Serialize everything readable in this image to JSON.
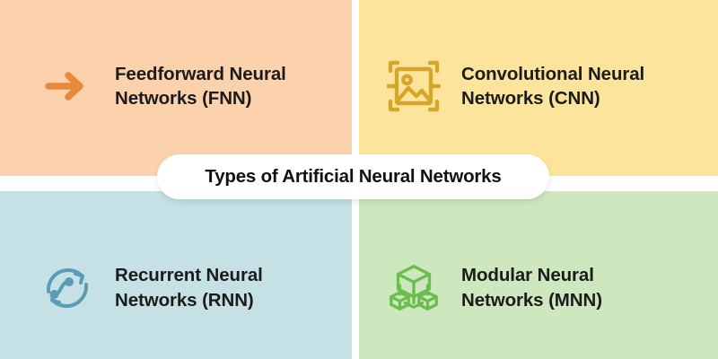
{
  "title": {
    "text": "Types of Artificial Neural Networks"
  },
  "colors": {
    "peach": "#FBD2AC",
    "yellow": "#FCE49C",
    "light_blue": "#C5E1E5",
    "light_green": "#CDE8BE",
    "arrow_orange": "#E8883C",
    "scan_gold": "#D4A62A",
    "loop_blue": "#5B9BB5",
    "cube_green": "#6BBE4E",
    "text_dark": "#1B1B1B",
    "pill_white": "#FFFFFF",
    "page_background": "#FFFFFF"
  },
  "quadrants": [
    {
      "id": "feedforward",
      "label": "Feedforward Neural\nNetworks (FNN)",
      "icon": "arrow-right-icon",
      "background": "#FBD2AC",
      "icon_color": "#E8883C",
      "position": "top-left"
    },
    {
      "id": "convolutional",
      "label": "Convolutional Neural\nNetworks (CNN)",
      "icon": "image-scan-icon",
      "background": "#FCE49C",
      "icon_color": "#D4A62A",
      "position": "top-right"
    },
    {
      "id": "recurrent",
      "label": "Recurrent Neural\nNetworks (RNN)",
      "icon": "circular-loop-nodes-icon",
      "background": "#C5E1E5",
      "icon_color": "#5B9BB5",
      "position": "bottom-left"
    },
    {
      "id": "modular",
      "label": "Modular Neural\nNetworks (MNN)",
      "icon": "cube-cluster-icon",
      "background": "#CDE8BE",
      "icon_color": "#6BBE4E",
      "position": "bottom-right"
    }
  ]
}
